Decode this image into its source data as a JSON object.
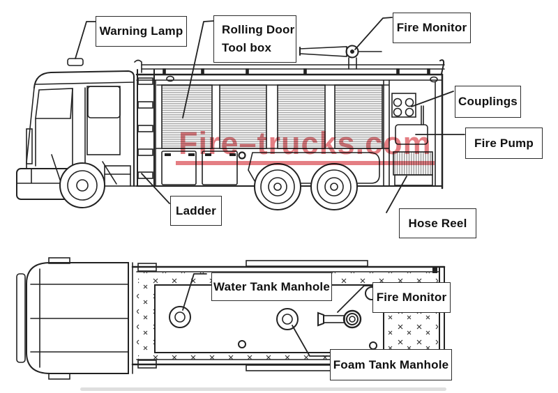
{
  "labels": {
    "warning_lamp": "Warning Lamp",
    "rolling_door": "Rolling Door",
    "tool_box": "Tool box",
    "fire_monitor_top": "Fire Monitor",
    "couplings": "Couplings",
    "fire_pump": "Fire Pump",
    "ladder": "Ladder",
    "hose_reel": "Hose Reel",
    "water_tank_manhole": "Water Tank Manhole",
    "fire_monitor_plan": "Fire Monitor",
    "foam_tank_manhole": "Foam Tank Manhole"
  },
  "watermark": {
    "text": "Fire–trucks.com",
    "color": "#dc5a60"
  }
}
